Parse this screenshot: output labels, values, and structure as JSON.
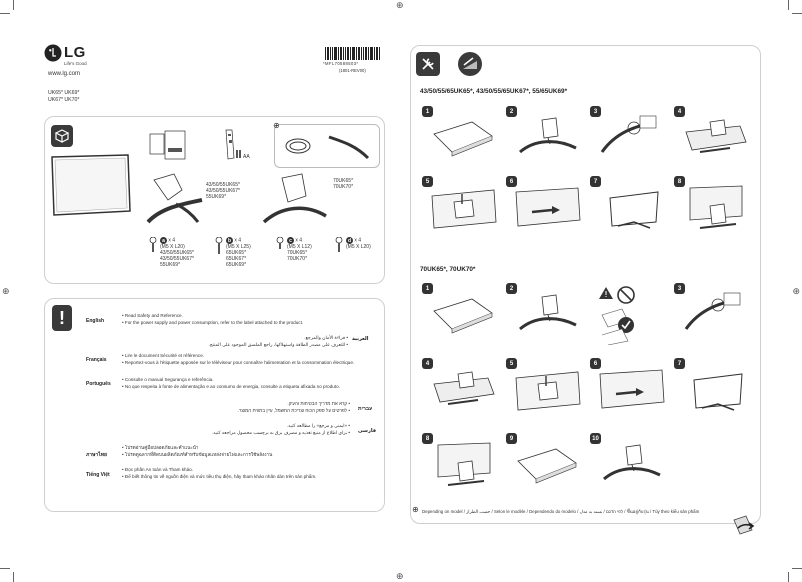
{
  "brand": {
    "name": "LG",
    "tagline": "Life's Good",
    "website": "www.lg.com"
  },
  "models_left": [
    "UK65* UK69*",
    "UK67* UK70*"
  ],
  "barcode_text": "*MFL70588503*",
  "doc_code": "(1801-REV00)",
  "components": {
    "stand_label_1": [
      "43/50/55UK65*",
      "43/50/55UK67*",
      "55UK69*"
    ],
    "stand_label_2": [
      "70UK65*",
      "70UK70*"
    ],
    "aa_label": "AA",
    "screws": [
      {
        "letter": "a",
        "count": "x 4",
        "spec": "(M5 X L20)",
        "models": [
          "43/50/55UK65*",
          "43/50/55UK67*",
          "55UK69*"
        ]
      },
      {
        "letter": "b",
        "count": "x 4",
        "spec": "(M5 X L25)",
        "models": [
          "65UK65*",
          "65UK67*",
          "65UK69*"
        ]
      },
      {
        "letter": "c",
        "count": "x 4",
        "spec": "(M5 X L12)",
        "models": [
          "70UK65*",
          "70UK70*"
        ]
      },
      {
        "letter": "d",
        "count": "x 4",
        "spec": "(M5 X L20)",
        "models": []
      }
    ]
  },
  "safety": {
    "rows": [
      {
        "lang": "English",
        "lines": [
          "• Read Safety and Reference.",
          "• For the power supply and power consumption, refer to the label attached to the product."
        ]
      },
      {
        "lang": "Français",
        "lines": [
          "• Lire le document Sécurité et référence.",
          "• Reportez-vous à l'étiquette apposée sur le téléviseur pour connaître l'alimentation et la consommation électrique."
        ]
      },
      {
        "lang": "Português",
        "lines": [
          "• Consulte o manual Segurança e referência.",
          "• No que respeita à fonte de alimentação e ao consumo de energia, consulte a etiqueta afixada no produto."
        ]
      },
      {
        "lang": "ภาษาไทย",
        "lines": [
          "• โปรดอ่านคู่มือปลอดภัยและคำแนะนำ",
          "• โปรดดูฉลากที่ติดบนผลิตภัณฑ์สำหรับข้อมูลแหล่งจ่ายไฟและการใช้พลังงาน"
        ]
      },
      {
        "lang": "Tiếng Việt",
        "lines": [
          "• Đọc phần An toàn và Tham khảo.",
          "• Để biết thông tin về nguồn điện và mức tiêu thụ điện, hãy tham khảo nhãn dán trên sản phẩm."
        ]
      }
    ],
    "rtl": [
      {
        "lang": "العربية",
        "lines": [
          "• قراءة الأمان والمرجع.",
          "• للتعرف على مصدر الطاقة واستهلاكها، راجع الملصق الموجود على المنتج."
        ]
      },
      {
        "lang": "עברית",
        "lines": [
          "• קרא את מדריך הבטיחות והעיון.",
          "• לפרטים על ספק הכוח וצריכת החשמל, עיין בתווית המוצר."
        ]
      },
      {
        "lang": "فارسی",
        "lines": [
          "• «ایمنی و مرجع» را مطالعه کنید.",
          "• برای اطلاع از منبع تغذیه و مصرف برق به برچسب محصول مراجعه کنید."
        ]
      }
    ]
  },
  "right": {
    "section1_title": "43/50/55/65UK65*, 43/50/55/65UK67*, 55/65UK69*",
    "section2_title": "70UK65*, 70UK70*",
    "steps1": [
      "1",
      "2",
      "3",
      "4",
      "5",
      "6",
      "7",
      "8"
    ],
    "steps2": [
      "1",
      "2",
      "3",
      "4",
      "5",
      "6",
      "7",
      "8",
      "9",
      "10"
    ],
    "footer_note": "Depending on model / حسب الطراز / Selon le modèle / Dependendo do modelo / לפי הדגם / بسته به مدل / ขึ้นอยู่กับรุ่น / Tùy theo kiểu sản phẩm"
  }
}
